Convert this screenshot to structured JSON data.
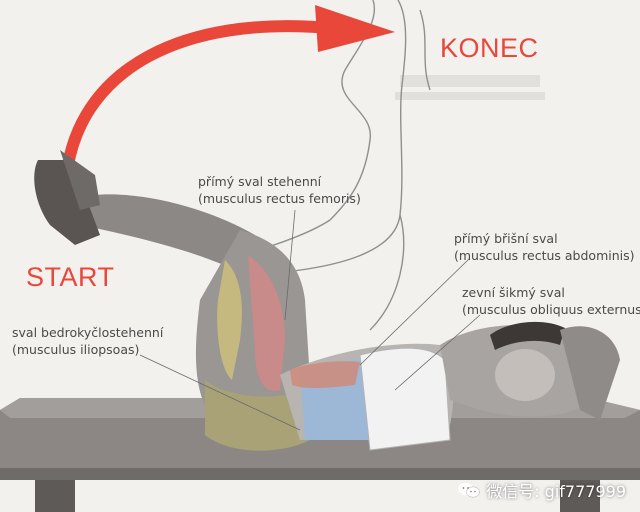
{
  "labels": {
    "konec": "KONEC",
    "start": "START",
    "rectus_femoris_cz": "přímý sval stehenní",
    "rectus_femoris_lat": "(musculus rectus femoris)",
    "rectus_abdominis_cz": "přímý břišní sval",
    "rectus_abdominis_lat": "(musculus rectus abdominis)",
    "obliquus_cz": "zevní šikmý sval",
    "obliquus_lat": "(musculus obliquus externus)",
    "iliopsoas_cz": "sval bedrokyčlostehenní",
    "iliopsoas_lat": "(musculus iliopsoas)"
  },
  "watermark": {
    "text": "微信号: gif777999",
    "icon": "wechat-icon"
  },
  "colors": {
    "accent": "#e8473a",
    "background": "#f3f1ee",
    "muscle": "#c98a8a",
    "abs": "#9db8d6",
    "bench": "#8a8582"
  }
}
